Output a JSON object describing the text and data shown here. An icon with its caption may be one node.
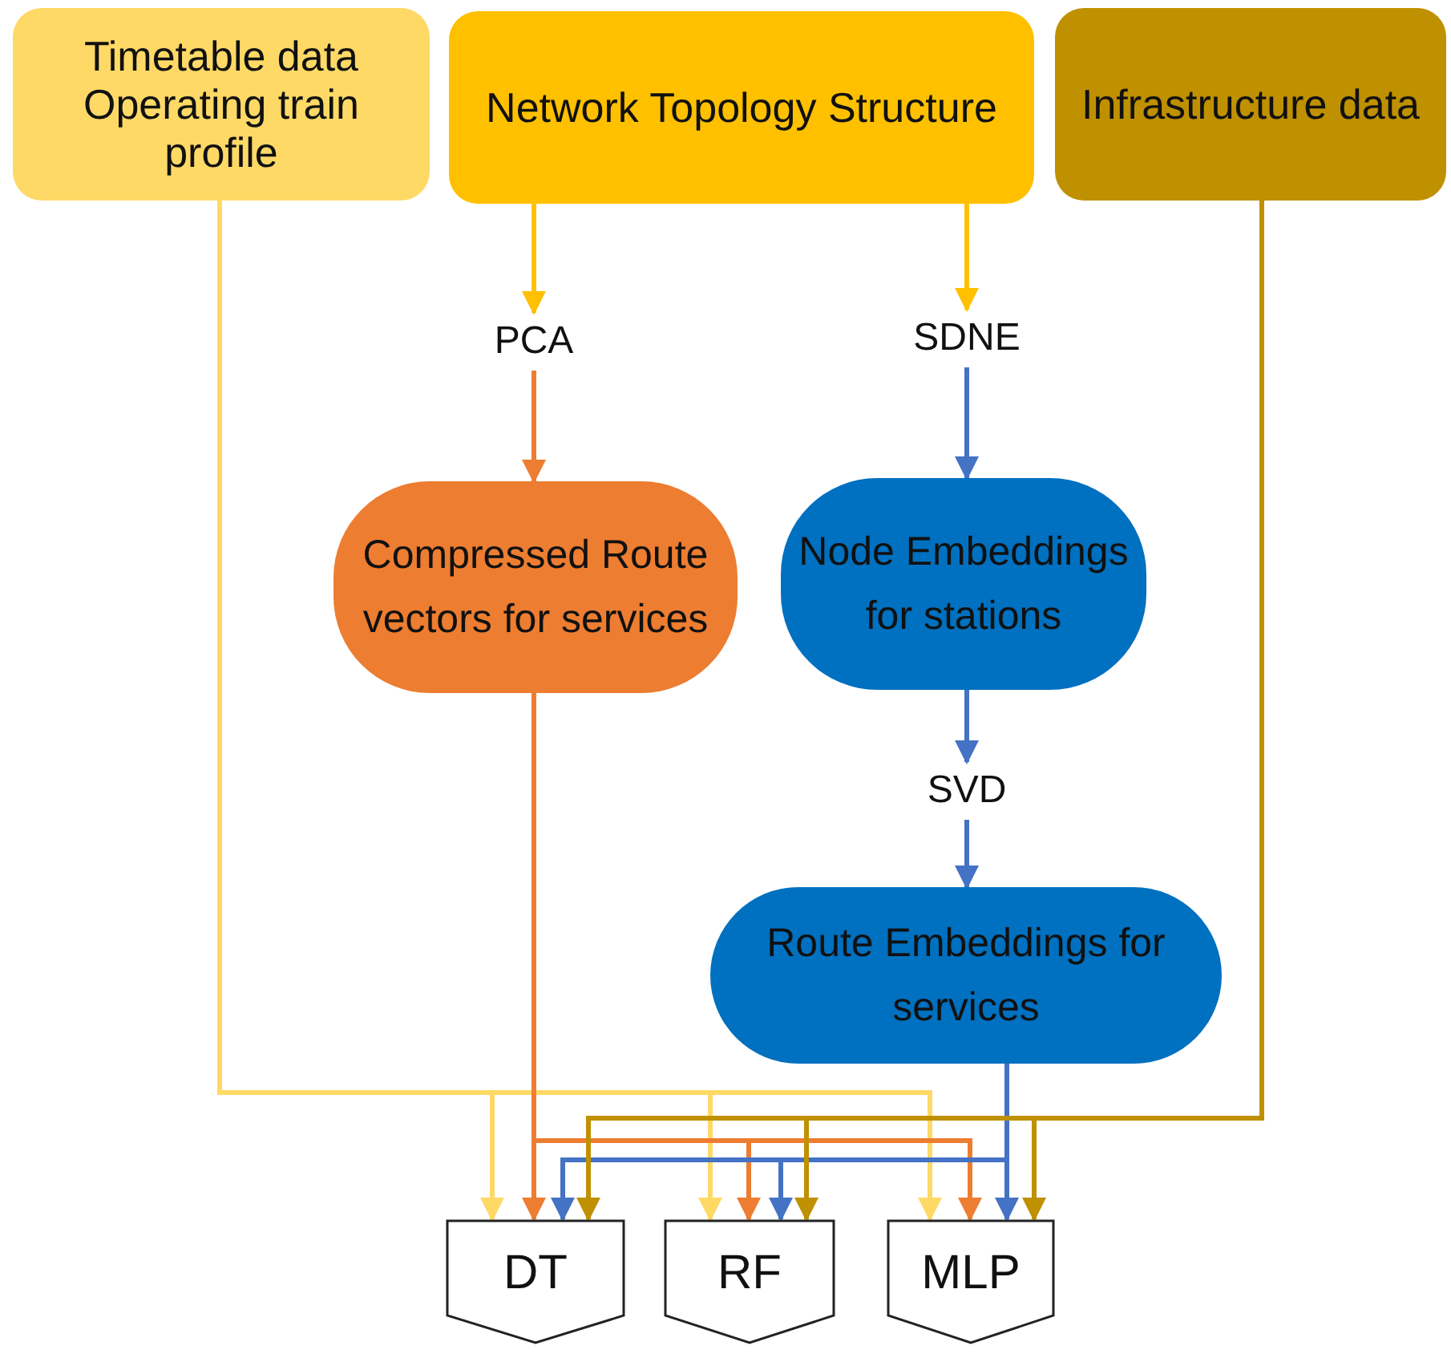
{
  "diagram": {
    "nodes": [
      {
        "text": [
          "Timetable data",
          "Operating train profile"
        ]
      },
      {
        "text": [
          "Network Topology Structure"
        ]
      },
      {
        "text": [
          "Infrastructure data"
        ]
      },
      {
        "text": [
          "PCA"
        ]
      },
      {
        "text": [
          "SDNE"
        ]
      },
      {
        "text": [
          "Compressed Route vectors for services"
        ]
      },
      {
        "text": [
          "Node Embeddings for stations"
        ]
      },
      {
        "text": [
          "SVD"
        ]
      },
      {
        "text": [
          "Route Embeddings for services"
        ]
      },
      {
        "text": [
          "DT"
        ]
      },
      {
        "text": [
          "RF"
        ]
      },
      {
        "text": [
          "MLP"
        ]
      }
    ],
    "edges": [
      {
        "from": 1,
        "to": 3,
        "arrow": "to",
        "color": "#ffc000"
      },
      {
        "from": 1,
        "to": 4,
        "arrow": "to",
        "color": "#ffc000"
      },
      {
        "from": 3,
        "to": 5,
        "arrow": "to",
        "color": "#ed7d31"
      },
      {
        "from": 4,
        "to": 6,
        "arrow": "to"
      },
      {
        "from": 6,
        "to": 7,
        "arrow": "to"
      },
      {
        "from": 7,
        "to": 8,
        "arrow": "to"
      },
      {
        "from": 0,
        "to": 9,
        "arrow": "to",
        "color": "#ffd966"
      },
      {
        "from": 0,
        "to": 10,
        "arrow": "to",
        "color": "#ffd966"
      },
      {
        "from": 0,
        "to": 11,
        "arrow": "to",
        "color": "#ffd966"
      },
      {
        "from": 5,
        "to": 9,
        "arrow": "to",
        "color": "#ed7d31"
      },
      {
        "from": 5,
        "to": 10,
        "arrow": "to",
        "color": "#ed7d31"
      },
      {
        "from": 5,
        "to": 11,
        "arrow": "to",
        "color": "#ed7d31"
      },
      {
        "from": 8,
        "to": 9,
        "arrow": "to"
      },
      {
        "from": 8,
        "to": 10,
        "arrow": "to"
      },
      {
        "from": 8,
        "to": 11,
        "arrow": "to"
      },
      {
        "from": 2,
        "to": 9,
        "arrow": "to",
        "color": "#bf9000"
      },
      {
        "from": 2,
        "to": 10,
        "arrow": "to",
        "color": "#bf9000"
      },
      {
        "from": 2,
        "to": 11,
        "arrow": "to",
        "color": "#bf9000"
      }
    ]
  }
}
